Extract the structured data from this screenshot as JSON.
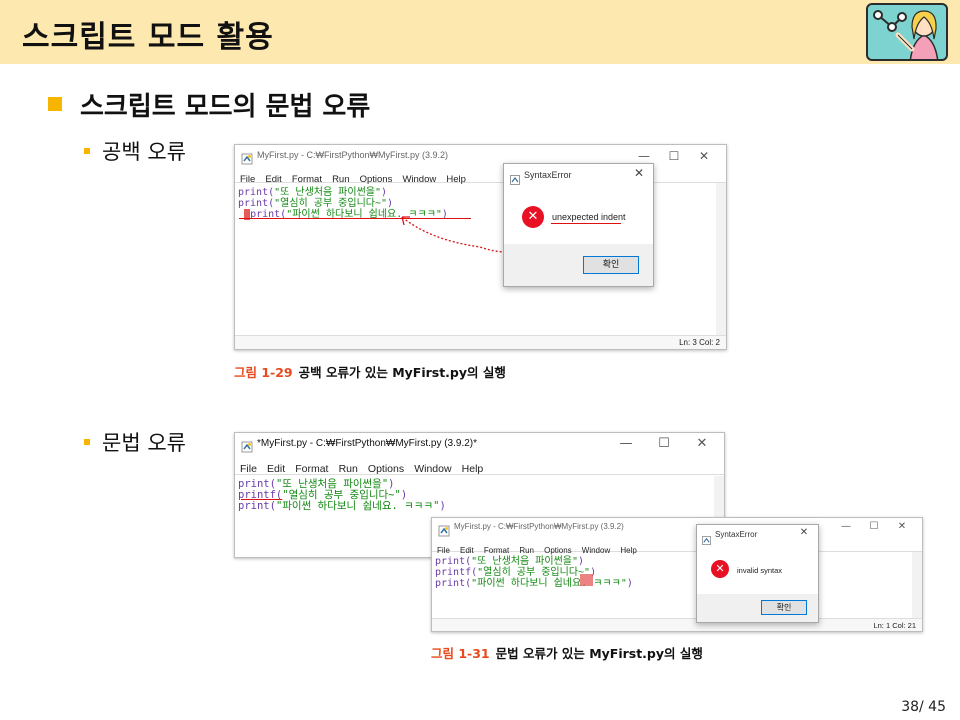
{
  "header": {
    "title": "스크립트 모드 활용"
  },
  "section": {
    "heading": "스크립트 모드의 문법 오류"
  },
  "subsections": [
    {
      "label": "공백 오류"
    },
    {
      "label": "문법 오류"
    }
  ],
  "window1": {
    "title": "MyFirst.py - C:₩FirstPython₩MyFirst.py (3.9.2)",
    "menu": [
      "File",
      "Edit",
      "Format",
      "Run",
      "Options",
      "Window",
      "Help"
    ],
    "code": [
      {
        "fn": "print(",
        "str": "\"또 난생처음 파이썬을\"",
        "end": ")"
      },
      {
        "fn": "print(",
        "str": "\"열심히 공부 중입니다~\"",
        "end": ")"
      },
      {
        "fn": "print(",
        "str": "\"파이썬 하다보니 쉽네요. ㅋㅋㅋ\"",
        "end": ")"
      }
    ],
    "status": "Ln: 3   Col: 2"
  },
  "dialog1": {
    "title": "SyntaxError",
    "message": "unexpected indent",
    "ok": "확인"
  },
  "caption1": {
    "number": "그림 1-29",
    "text": "공백 오류가 있는 MyFirst.py의 실행"
  },
  "window2": {
    "title": "*MyFirst.py - C:₩FirstPython₩MyFirst.py (3.9.2)*",
    "menu": [
      "File",
      "Edit",
      "Format",
      "Run",
      "Options",
      "Window",
      "Help"
    ],
    "code": [
      {
        "fn": "print(",
        "str": "\"또 난생처음 파이썬을\"",
        "end": ")"
      },
      {
        "fn": "printf(",
        "str": "\"열심히 공부 중입니다~\"",
        "end": ")"
      },
      {
        "fn": "print(",
        "str": "\"파이썬 하다보니 쉽네요. ㅋㅋㅋ\"",
        "end": ")"
      }
    ]
  },
  "window3": {
    "title": "MyFirst.py - C:₩FirstPython₩MyFirst.py (3.9.2)",
    "menu": [
      "File",
      "Edit",
      "Format",
      "Run",
      "Options",
      "Window",
      "Help"
    ],
    "code": [
      {
        "fn": "print(",
        "str": "\"또 난생처음 파이썬을\"",
        "end": ")"
      },
      {
        "fn": "printf(",
        "str": "\"열심히 공부 중입니다~\"",
        "end": ")"
      },
      {
        "fn": "print(",
        "str": "\"파이썬 하다보니 쉽네요. ㅋㅋㅋ\"",
        "end": ")"
      }
    ],
    "status": "Ln: 1   Col: 21"
  },
  "dialog2": {
    "title": "SyntaxError",
    "message": "invalid syntax",
    "ok": "확인"
  },
  "caption2": {
    "number": "그림 1-31",
    "text": "문법 오류가 있는 MyFirst.py의 실행"
  },
  "footer": {
    "page": "38/ 45"
  },
  "colors": {
    "accent": "#f7b500",
    "header_bg": "#fde9b0",
    "error_red": "#e81123",
    "caption_orange": "#e8491d"
  }
}
